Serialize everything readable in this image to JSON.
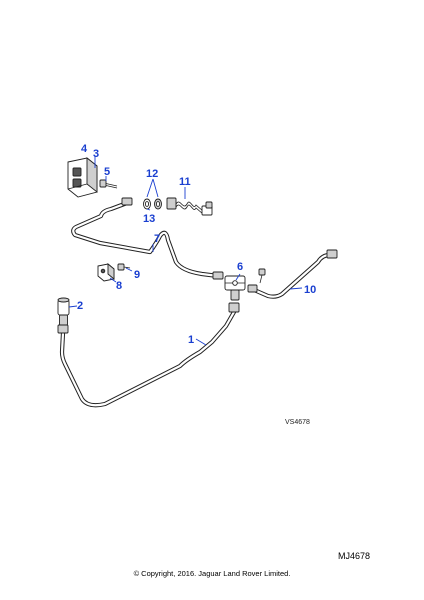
{
  "diagram": {
    "callouts": {
      "c1": "1",
      "c2": "2",
      "c3": "3",
      "c4": "4",
      "c5": "5",
      "c6": "6",
      "c7": "7",
      "c8": "8",
      "c9": "9",
      "c10": "10",
      "c11": "11",
      "c12": "12",
      "c13": "13"
    },
    "drawing_ref": "VS4678",
    "catalogue_ref": "MJ4678",
    "copyright": "© Copyright, 2016. Jaguar Land Rover Limited.",
    "colors": {
      "callout": "#1a3fd0",
      "line": "#222222",
      "background": "#ffffff"
    }
  }
}
